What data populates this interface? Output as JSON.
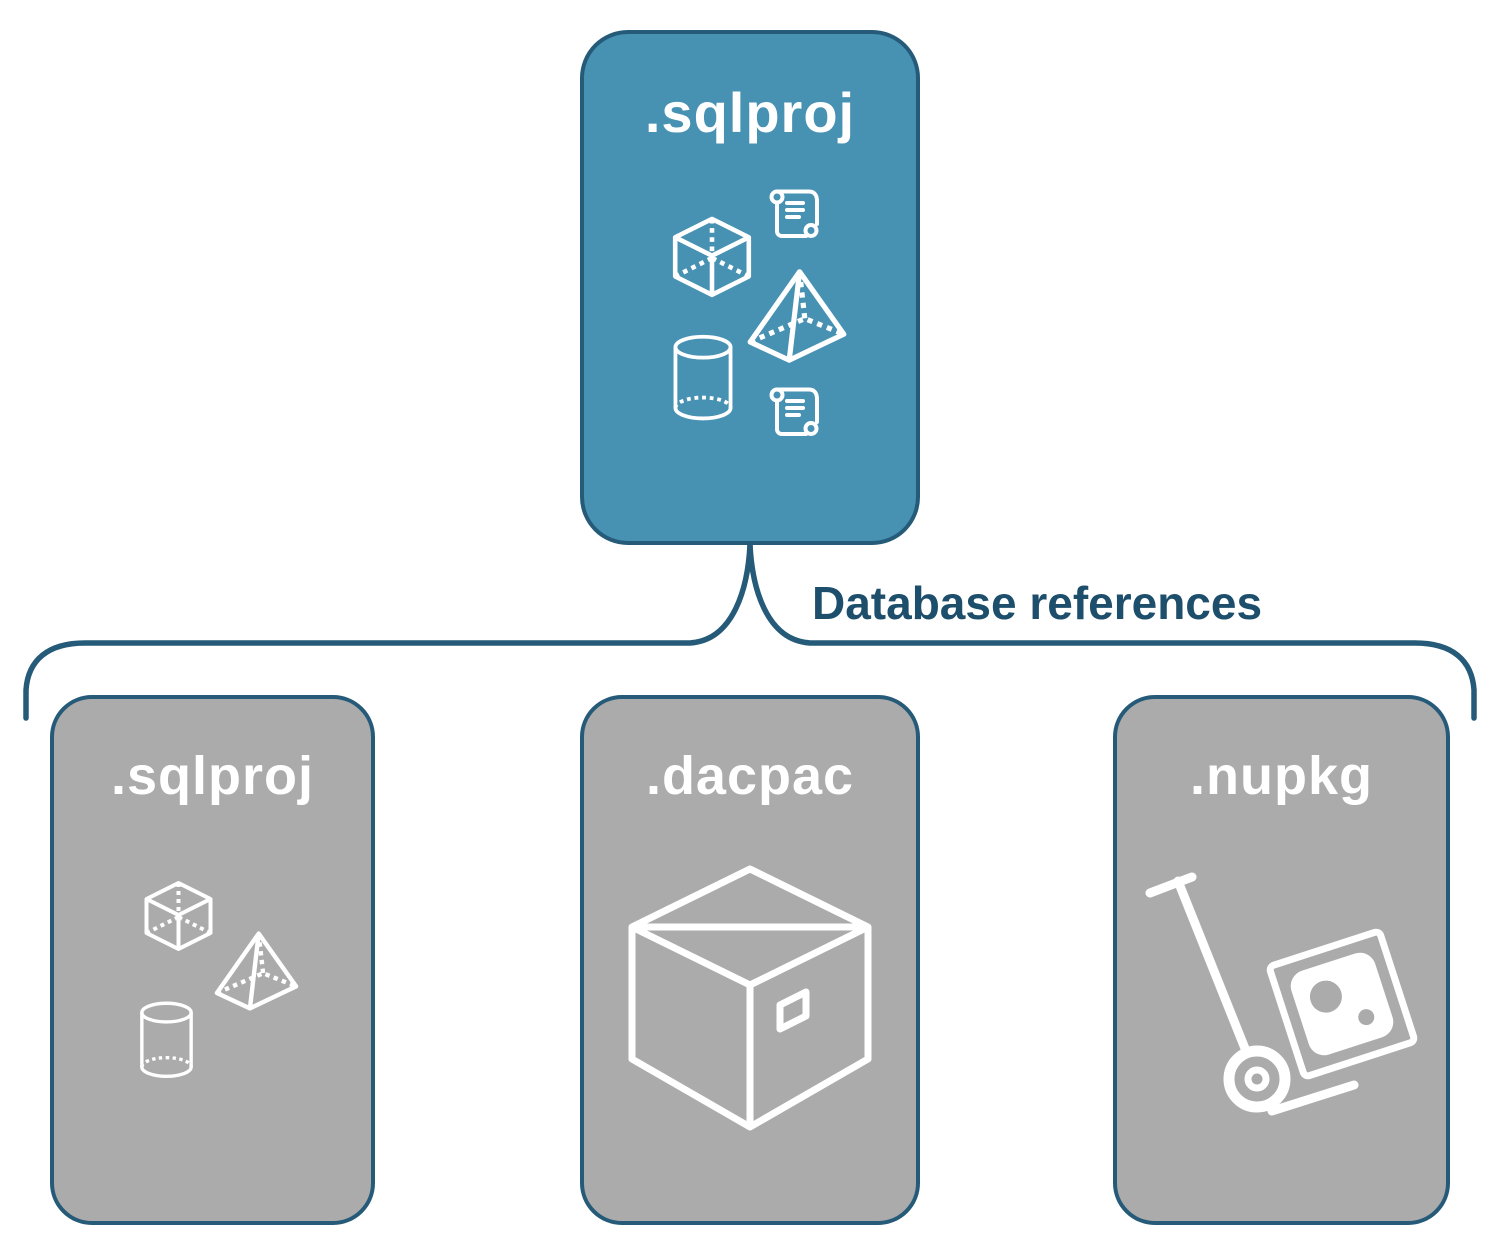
{
  "diagram": {
    "root": {
      "label": ".sqlproj",
      "icons": [
        "cube-icon",
        "scroll-icon",
        "pyramid-icon",
        "cylinder-icon",
        "scroll-icon"
      ]
    },
    "edge_label": "Database references",
    "children": [
      {
        "label": ".sqlproj",
        "icons": [
          "cube-icon",
          "pyramid-icon",
          "cylinder-icon"
        ]
      },
      {
        "label": ".dacpac",
        "icons": [
          "package-box-icon"
        ]
      },
      {
        "label": ".nupkg",
        "icons": [
          "nuget-dolly-icon"
        ]
      }
    ]
  },
  "colors": {
    "root_fill": "#4791b3",
    "child_fill": "#ababab",
    "node_border": "#255a78",
    "connector": "#255a78",
    "label": "#1d4e6b",
    "icon": "#ffffff"
  }
}
